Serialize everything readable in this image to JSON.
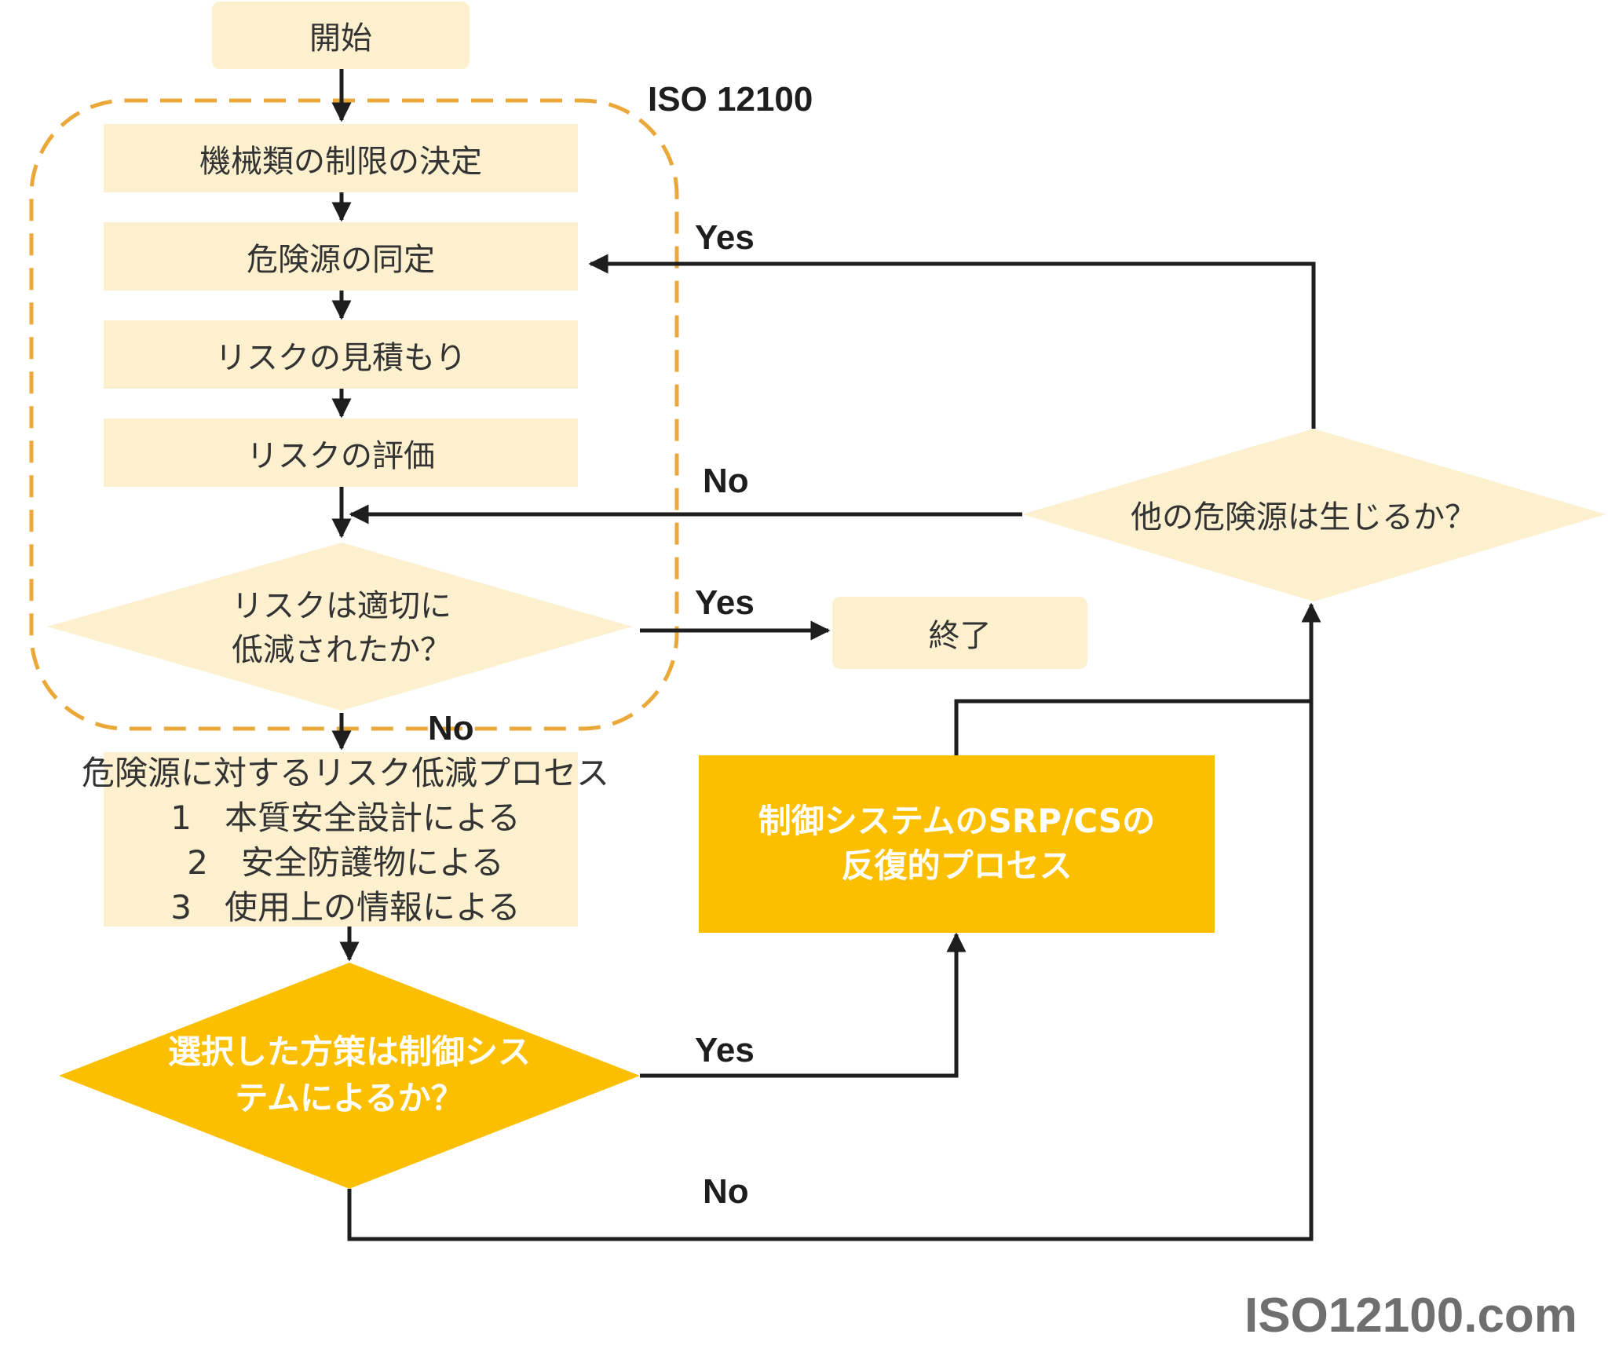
{
  "nodes": {
    "start": "開始",
    "iso_label": "ISO 12100",
    "determine_limits": "機械類の制限の決定",
    "identify_hazards": "危険源の同定",
    "estimate_risk": "リスクの見積もり",
    "evaluate_risk": "リスクの評価",
    "risk_reduced": [
      "リスクは適切に",
      "低減されたか？"
    ],
    "end": "終了",
    "other_hazards": "他の危険源は生じるか？",
    "reduction_process": [
      "危険源に対するリスク低減プロセス",
      "1　本質安全設計による",
      "2　安全防護物による",
      "3　使用上の情報による"
    ],
    "control_system_process": [
      "制御システムのSRP/CSの",
      "反復的プロセス"
    ],
    "by_control_system": [
      "選択した方策は制御シス",
      "テムによるか？"
    ]
  },
  "edge_labels": {
    "yes_loop": "Yes",
    "no_loop": "No",
    "yes_end": "Yes",
    "no_reduce": "No",
    "yes_control": "Yes",
    "no_bottom": "No"
  },
  "watermark": "ISO12100.com",
  "colors": {
    "light_fill": "#fdf0cf",
    "dark_fill": "#fcbf00",
    "dashed_border": "#eba83a",
    "line": "#1e1e1e"
  }
}
